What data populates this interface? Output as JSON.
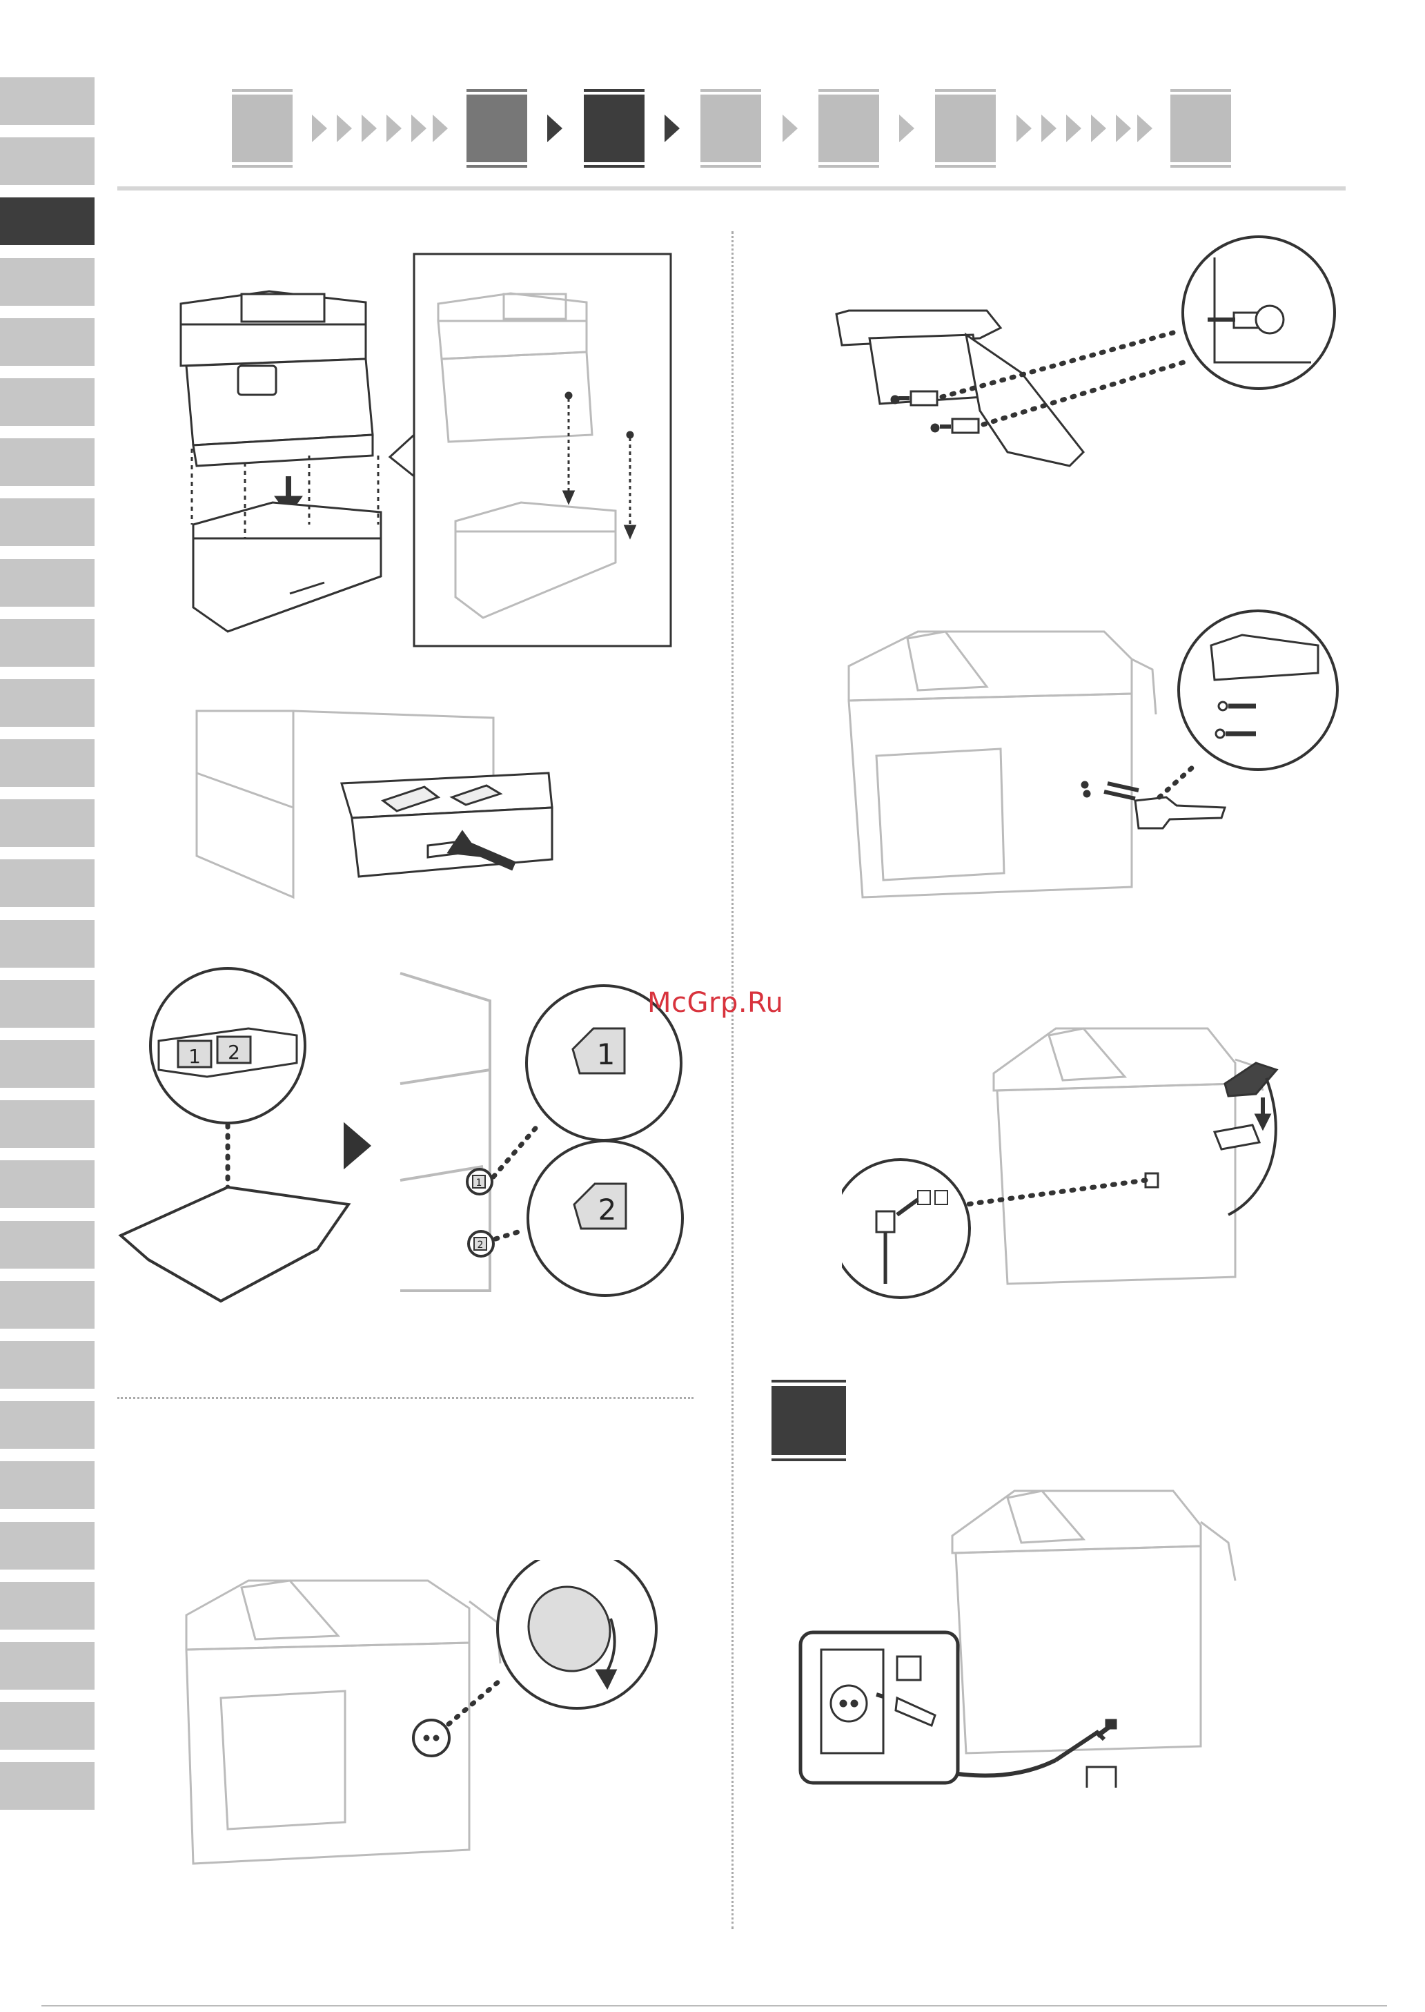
{
  "watermark": "McGrp.Ru",
  "colors": {
    "tab": "#c6c6c6",
    "tab_active": "#3d3d3d",
    "step_done": "#777777",
    "step_current": "#3d3d3d",
    "step_todo": "#bdbdbd",
    "watermark": "#d8333d"
  },
  "tabs": {
    "count": 29,
    "active_index": 2
  },
  "progress": {
    "steps": 7,
    "current_step": 3
  },
  "figures": {
    "sticker_label_1": "1",
    "sticker_label_2": "2",
    "callout_1": "1",
    "callout_2": "2",
    "drawer_tag_1": "1",
    "drawer_tag_2": "2"
  }
}
